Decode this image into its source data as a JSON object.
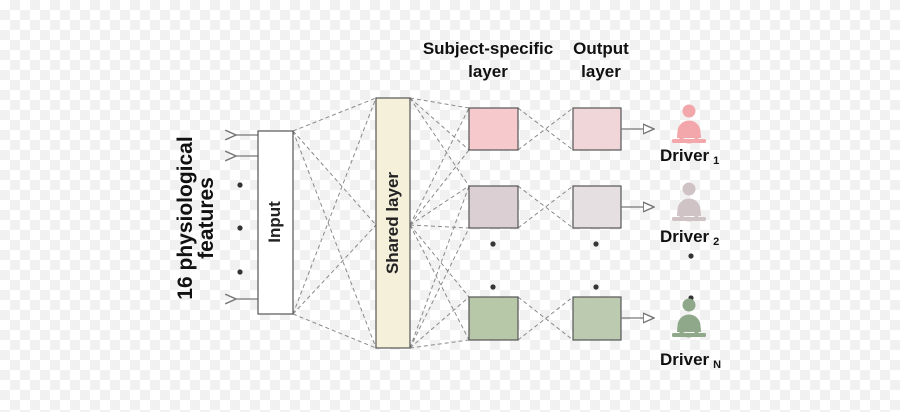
{
  "input_features_label": "16 physiological features",
  "features_line1": "16 physiological",
  "features_line2": "features",
  "input_layer_label": "Input",
  "shared_layer_label": "Shared layer",
  "subject_layer_header": "Subject-specific layer",
  "subject_header_line1": "Subject-specific",
  "subject_header_line2": "layer",
  "output_layer_header": "Output layer",
  "output_header_line1": "Output",
  "output_header_line2": "layer",
  "drivers": [
    {
      "name": "Driver",
      "sub": "1",
      "color": "#f3a7aa"
    },
    {
      "name": "Driver",
      "sub": "2",
      "color": "#cfc3c6"
    },
    {
      "name": "Driver",
      "sub": "N",
      "color": "#8fa88a"
    }
  ],
  "colors": {
    "subject_1": "#f6c9cd",
    "subject_2": "#dccfd4",
    "subject_n": "#b7c8a9",
    "output_1": "#f1d6d9",
    "output_2": "#e5dfe1",
    "output_n": "#bccbb0",
    "shared_layer": "#f5f0d9",
    "input_layer": "#ffffff",
    "connector_dashes": "#8a8a8a"
  }
}
